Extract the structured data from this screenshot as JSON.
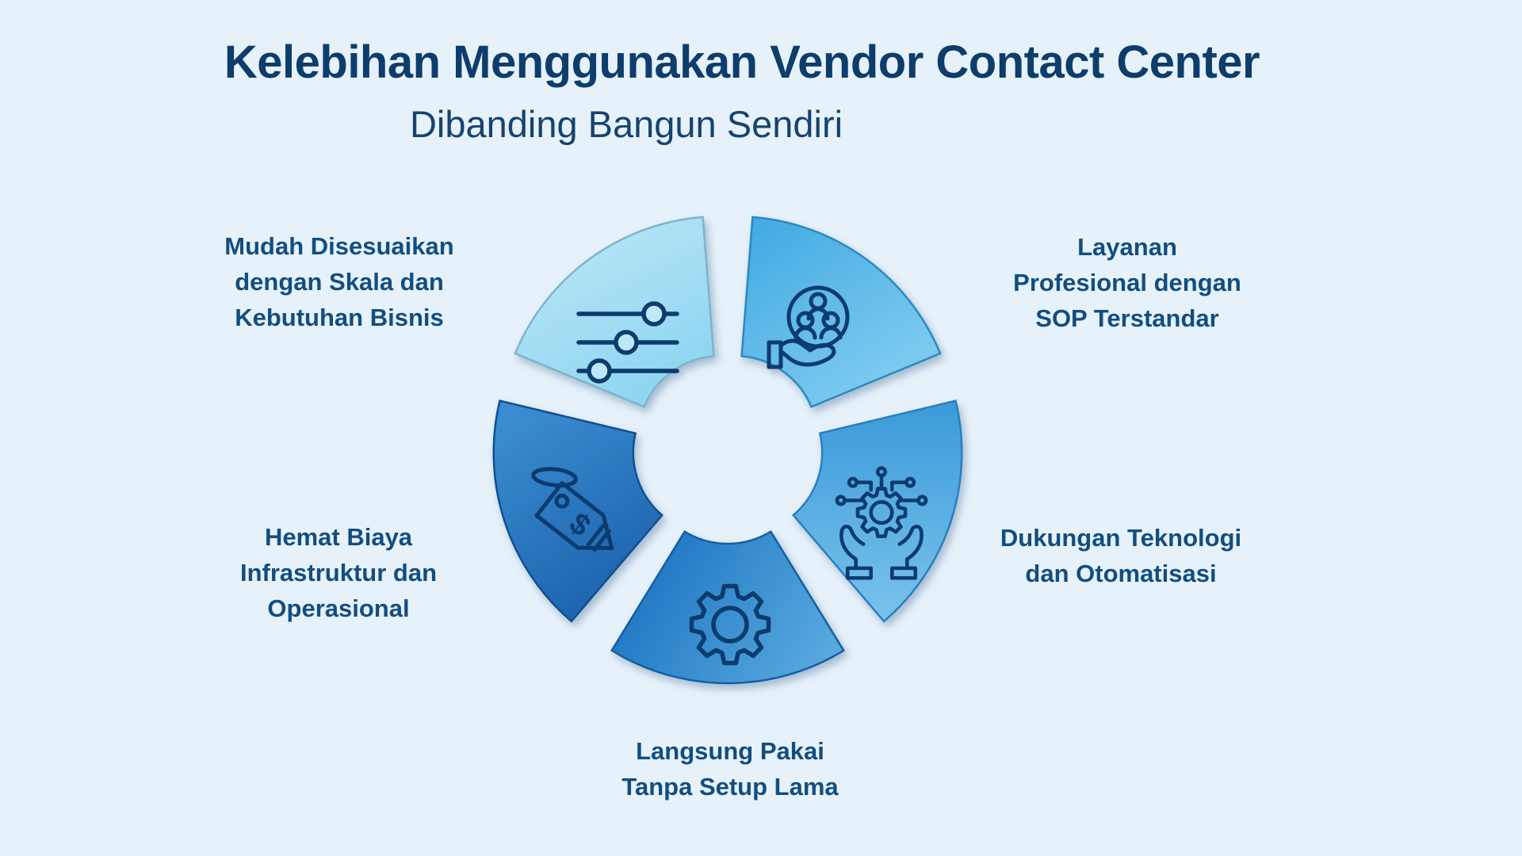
{
  "page": {
    "background_color": "#E6F1FA"
  },
  "header": {
    "title": "Kelebihan Menggunakan Vendor Contact Center",
    "subtitle": "Dibanding Bangun Sendiri",
    "title_color": "#0D3D6B",
    "subtitle_color": "#16436F"
  },
  "chart": {
    "type": "donut-infographic",
    "segment_count": 5,
    "icon_color": "#0C3B6E",
    "label_color": "#124E7E",
    "segments": [
      {
        "id": "mudah",
        "position": "top-left",
        "icon": "sliders-icon",
        "lines": [
          "Mudah Disesuaikan",
          "dengan Skala dan",
          "Kebutuhan Bisnis"
        ],
        "fill_from": "#BEE8F7",
        "fill_to": "#8FD6F1",
        "stroke": "#7EB4CB"
      },
      {
        "id": "layanan",
        "position": "top-right",
        "icon": "hand-people-icon",
        "lines": [
          "Layanan",
          "Profesional dengan",
          "SOP Terstandar"
        ],
        "fill_from": "#41AAE2",
        "fill_to": "#83CDF0",
        "stroke": "#2B89C2"
      },
      {
        "id": "dukungan",
        "position": "right",
        "icon": "tech-hands-icon",
        "lines": [
          "Dukungan Teknologi",
          "dan Otomatisasi"
        ],
        "fill_from": "#3B9AD9",
        "fill_to": "#79C3EC",
        "stroke": "#2A7FBE"
      },
      {
        "id": "langsung",
        "position": "bottom",
        "icon": "gear-icon",
        "lines": [
          "Langsung Pakai",
          "Tanpa Setup Lama"
        ],
        "fill_from": "#1A72C0",
        "fill_to": "#58AADF",
        "stroke": "#135FA6"
      },
      {
        "id": "hemat",
        "position": "left",
        "icon": "price-tag-icon",
        "lines": [
          "Hemat Biaya",
          "Infrastruktur dan",
          "Operasional"
        ],
        "fill_from": "#3A8CD0",
        "fill_to": "#1A5FAB",
        "stroke": "#114F92"
      }
    ]
  }
}
